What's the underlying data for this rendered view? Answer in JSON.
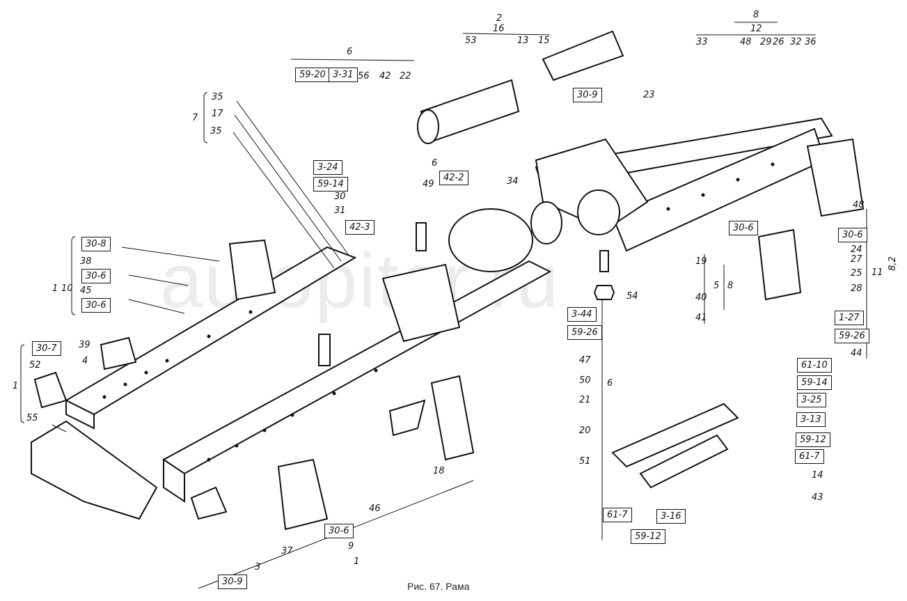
{
  "caption": "Рис. 67. Рама",
  "watermark": "autopiter.ru",
  "group_labels": {
    "g6_top": "6",
    "g2": "2",
    "g16": "16",
    "g8": "8",
    "g12": "12",
    "g7": "7",
    "g1_left_upper": "1",
    "g10": "10",
    "g1_left_lower": "1",
    "g6_mid": "6",
    "g5": "5",
    "g8_mid": "8",
    "g6_lower": "6",
    "g11": "11",
    "g8_2": "8,2",
    "g9": "9",
    "g1_bottom": "1"
  },
  "part_labels": {
    "p53": "53",
    "p13": "13",
    "p15": "15",
    "p56": "56",
    "p42": "42",
    "p22": "22",
    "p35a": "35",
    "p17": "17",
    "p35b": "35",
    "p30": "30",
    "p31": "31",
    "p49": "49",
    "p34": "34",
    "p33": "33",
    "p48a": "48",
    "p29": "29",
    "p26": "26",
    "p32": "32",
    "p36": "36",
    "p23": "23",
    "p38": "38",
    "p45": "45",
    "p39": "39",
    "p4": "4",
    "p52": "52",
    "p55": "55",
    "p19": "19",
    "p40": "40",
    "p41": "41",
    "p54": "54",
    "p47": "47",
    "p50": "50",
    "p21": "21",
    "p20": "20",
    "p51": "51",
    "p18": "18",
    "p46": "46",
    "p3": "3",
    "p37": "37",
    "p48b": "48",
    "p24": "24",
    "p27": "27",
    "p25": "25",
    "p28": "28",
    "p44": "44",
    "p14": "14",
    "p43": "43"
  },
  "boxed_labels": {
    "b59_20": "59-20",
    "b3_31": "3-31",
    "b3_24": "3-24",
    "b59_14a": "59-14",
    "b42_2": "42-2",
    "b42_3": "42-3",
    "b30_9a": "30-9",
    "b30_8": "30-8",
    "b30_6a": "30-6",
    "b30_6b": "30-6",
    "b30_7": "30-7",
    "b30_6c": "30-6",
    "b30_6d": "30-6",
    "b3_44": "3-44",
    "b59_26a": "59-26",
    "b1_27": "1-27",
    "b59_26b": "59-26",
    "b61_10": "61-10",
    "b59_14b": "59-14",
    "b3_25": "3-25",
    "b3_13": "3-13",
    "b59_12a": "59-12",
    "b61_7a": "61-7",
    "b61_7b": "61-7",
    "b59_12b": "59-12",
    "b3_16": "3-16",
    "b30_6e": "30-6",
    "b30_9b": "30-9"
  }
}
